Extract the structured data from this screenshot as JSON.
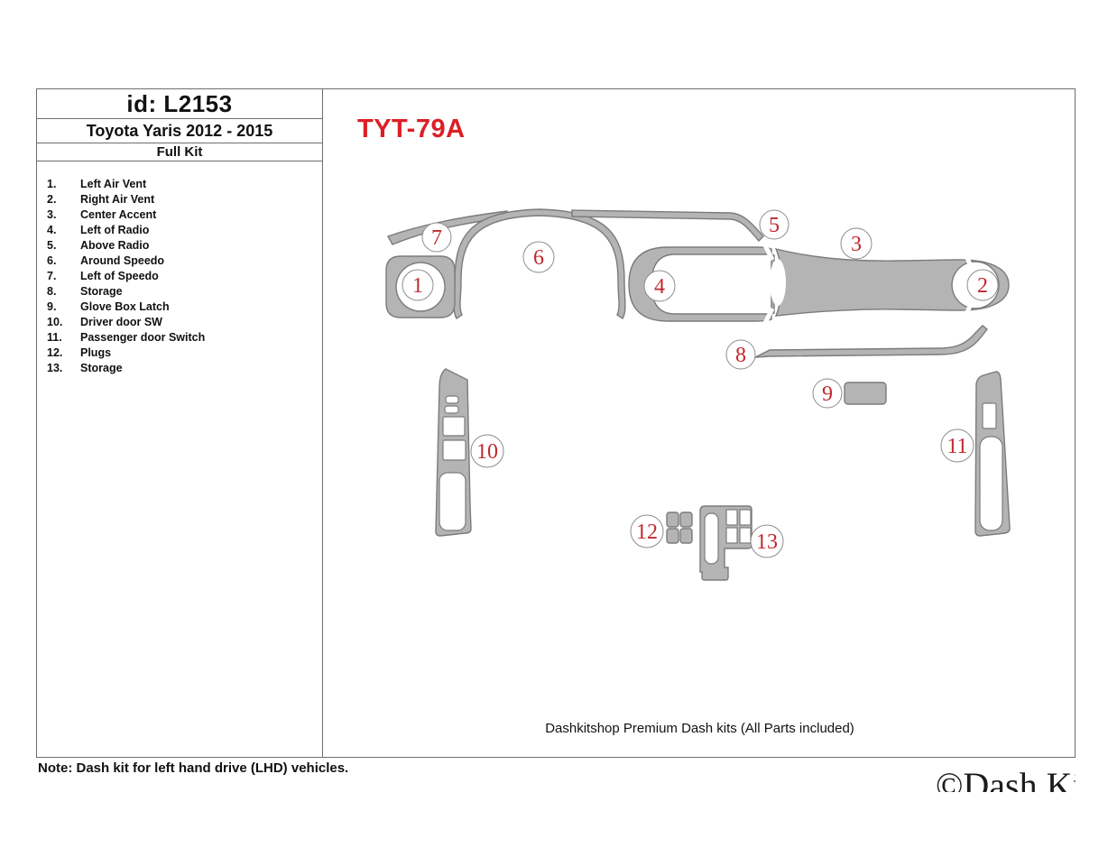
{
  "panel": {
    "id_label": "id: L2153",
    "vehicle": "Toyota Yaris 2012 - 2015",
    "kit_type": "Full Kit",
    "parts": [
      {
        "num": "1.",
        "name": "Left Air Vent"
      },
      {
        "num": "2.",
        "name": "Right Air Vent"
      },
      {
        "num": "3.",
        "name": "Center Accent"
      },
      {
        "num": "4.",
        "name": "Left of Radio"
      },
      {
        "num": "5.",
        "name": "Above Radio"
      },
      {
        "num": "6.",
        "name": "Around Speedo"
      },
      {
        "num": "7.",
        "name": "Left of Speedo"
      },
      {
        "num": "8.",
        "name": "Storage"
      },
      {
        "num": "9.",
        "name": "Glove Box Latch"
      },
      {
        "num": "10.",
        "name": "Driver door SW"
      },
      {
        "num": "11.",
        "name": "Passenger door Switch"
      },
      {
        "num": "12.",
        "name": "Plugs"
      },
      {
        "num": "13.",
        "name": "Storage"
      }
    ]
  },
  "diagram": {
    "code": "TYT-79A",
    "labels": [
      "1",
      "2",
      "3",
      "4",
      "5",
      "6",
      "7",
      "8",
      "9",
      "10",
      "11",
      "12",
      "13"
    ],
    "colors": {
      "part_fill": "#b4b4b4",
      "part_stroke": "#7b7b7b",
      "label_number_red": "#c0282d",
      "code_red": "#dc1f26"
    }
  },
  "footer": {
    "caption": "Dashkitshop Premium Dash kits (All Parts included)",
    "note": "Note: Dash kit for left hand drive (LHD)  vehicles.",
    "watermark": "©Dash Kit Shop"
  }
}
